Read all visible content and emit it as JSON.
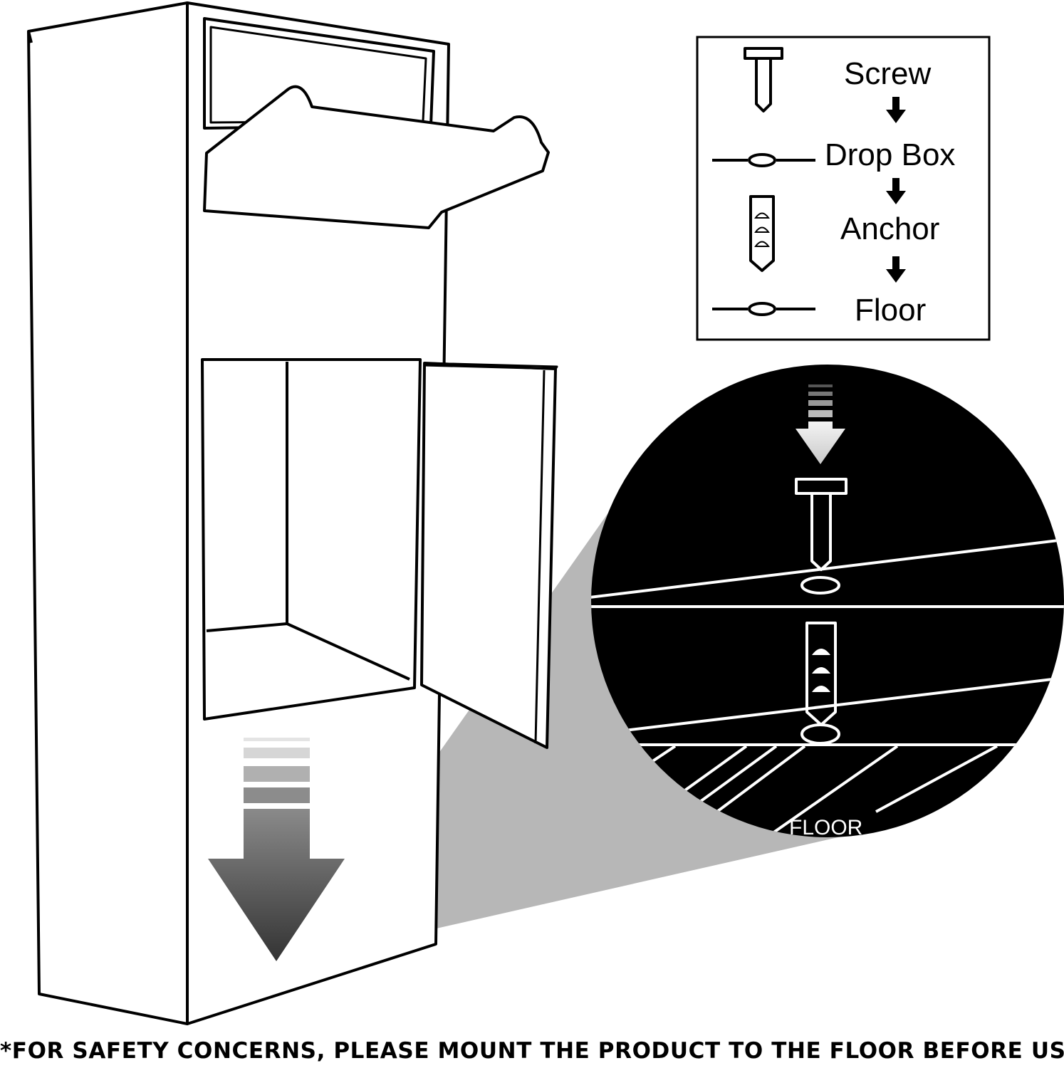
{
  "legend": {
    "steps": [
      "Screw",
      "Drop Box",
      "Anchor",
      "Floor"
    ]
  },
  "detail": {
    "floor_label": "FLOOR"
  },
  "footer": {
    "note": "*FOR SAFETY CONCERNS, PLEASE MOUNT THE PRODUCT TO THE FLOOR BEFORE USE."
  },
  "colors": {
    "line": "#000000",
    "callout": "#b7b7b7",
    "detail_bg": "#000000",
    "arrow_dark": "#3e3e3e"
  }
}
